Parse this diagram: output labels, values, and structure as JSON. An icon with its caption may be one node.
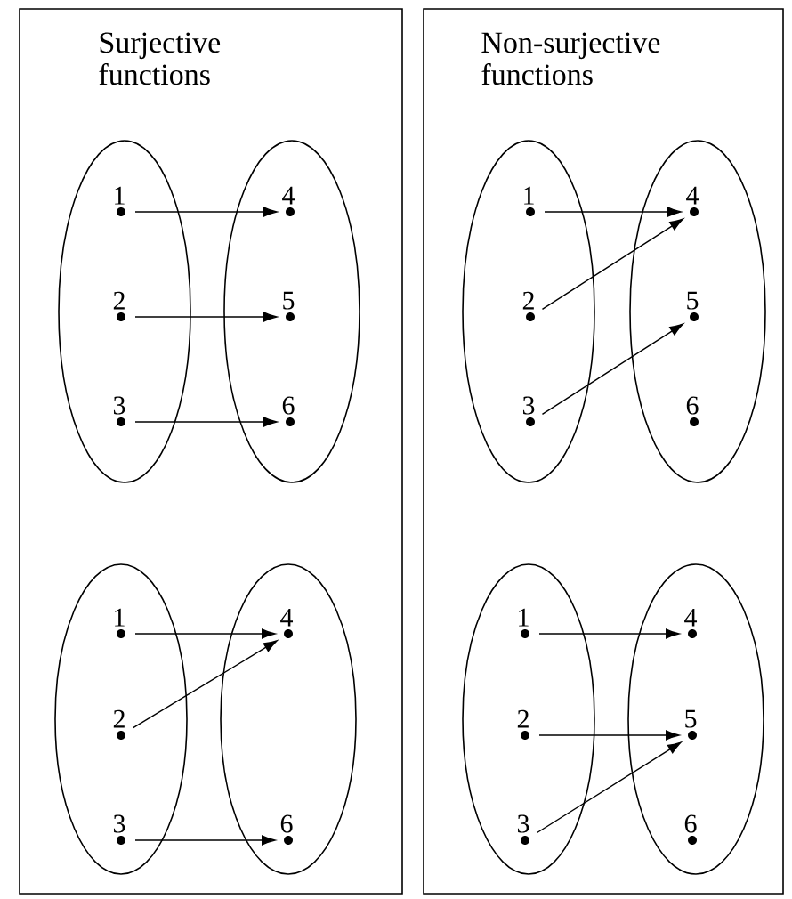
{
  "diagram": {
    "nodes": [
      {
        "text": [
          "Surjective functions"
        ]
      },
      {
        "text": [],
        "shape": "ellipse",
        "in": 0
      },
      {
        "text": [
          "1"
        ],
        "in": 1
      },
      {
        "text": [
          "2"
        ],
        "in": 1
      },
      {
        "text": [
          "3"
        ],
        "in": 1
      },
      {
        "text": [],
        "shape": "ellipse",
        "in": 0
      },
      {
        "text": [
          "4"
        ],
        "in": 5
      },
      {
        "text": [
          "5"
        ],
        "in": 5
      },
      {
        "text": [
          "6"
        ],
        "in": 5
      },
      {
        "text": [],
        "shape": "ellipse",
        "in": 0
      },
      {
        "text": [
          "1"
        ],
        "in": 9
      },
      {
        "text": [
          "2"
        ],
        "in": 9
      },
      {
        "text": [
          "3"
        ],
        "in": 9
      },
      {
        "text": [],
        "shape": "ellipse",
        "in": 0
      },
      {
        "text": [
          "4"
        ],
        "in": 13
      },
      {
        "text": [
          "6"
        ],
        "in": 13
      },
      {
        "text": [
          "Non-surjective functions"
        ]
      },
      {
        "text": [],
        "shape": "ellipse",
        "in": 16
      },
      {
        "text": [
          "1"
        ],
        "in": 17
      },
      {
        "text": [
          "2"
        ],
        "in": 17
      },
      {
        "text": [
          "3"
        ],
        "in": 17
      },
      {
        "text": [],
        "shape": "ellipse",
        "in": 16
      },
      {
        "text": [
          "4"
        ],
        "in": 21
      },
      {
        "text": [
          "5"
        ],
        "in": 21
      },
      {
        "text": [
          "6"
        ],
        "in": 21
      },
      {
        "text": [],
        "shape": "ellipse",
        "in": 16
      },
      {
        "text": [
          "1"
        ],
        "in": 25
      },
      {
        "text": [
          "2"
        ],
        "in": 25
      },
      {
        "text": [
          "3"
        ],
        "in": 25
      },
      {
        "text": [],
        "shape": "ellipse",
        "in": 16
      },
      {
        "text": [
          "4"
        ],
        "in": 29
      },
      {
        "text": [
          "5"
        ],
        "in": 29
      },
      {
        "text": [
          "6"
        ],
        "in": 29
      }
    ],
    "edges": [
      {
        "from": 2,
        "to": 6,
        "arrow": "to"
      },
      {
        "from": 3,
        "to": 7,
        "arrow": "to"
      },
      {
        "from": 4,
        "to": 8,
        "arrow": "to"
      },
      {
        "from": 10,
        "to": 14,
        "arrow": "to"
      },
      {
        "from": 11,
        "to": 14,
        "arrow": "to"
      },
      {
        "from": 12,
        "to": 15,
        "arrow": "to"
      },
      {
        "from": 18,
        "to": 22,
        "arrow": "to"
      },
      {
        "from": 19,
        "to": 22,
        "arrow": "to"
      },
      {
        "from": 20,
        "to": 23,
        "arrow": "to"
      },
      {
        "from": 26,
        "to": 30,
        "arrow": "to"
      },
      {
        "from": 27,
        "to": 31,
        "arrow": "to"
      },
      {
        "from": 28,
        "to": 31,
        "arrow": "to"
      }
    ]
  }
}
